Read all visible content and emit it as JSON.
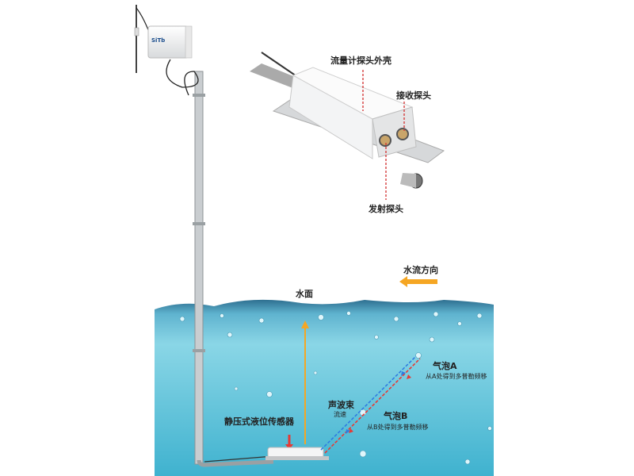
{
  "logo": "SiTb",
  "labels": {
    "housing": "流量计探头外壳",
    "receiver": "接收探头",
    "transmitter": "发射探头",
    "flow_direction": "水流方向",
    "water_surface": "水面",
    "bubble_a": "气泡A",
    "bubble_a_note": "从A处得到多普勒频移",
    "sound_beam": "声波束",
    "flow_speed": "流速",
    "bubble_b": "气泡B",
    "bubble_b_note": "从B处得到多普勒频移",
    "pressure_sensor": "静压式液位传感器"
  },
  "colors": {
    "water_top": "#3f8fb0",
    "water": "#7fcfe0",
    "arrow_orange": "#f5a623",
    "beam_red": "#e53935",
    "beam_blue": "#2f7de1"
  }
}
